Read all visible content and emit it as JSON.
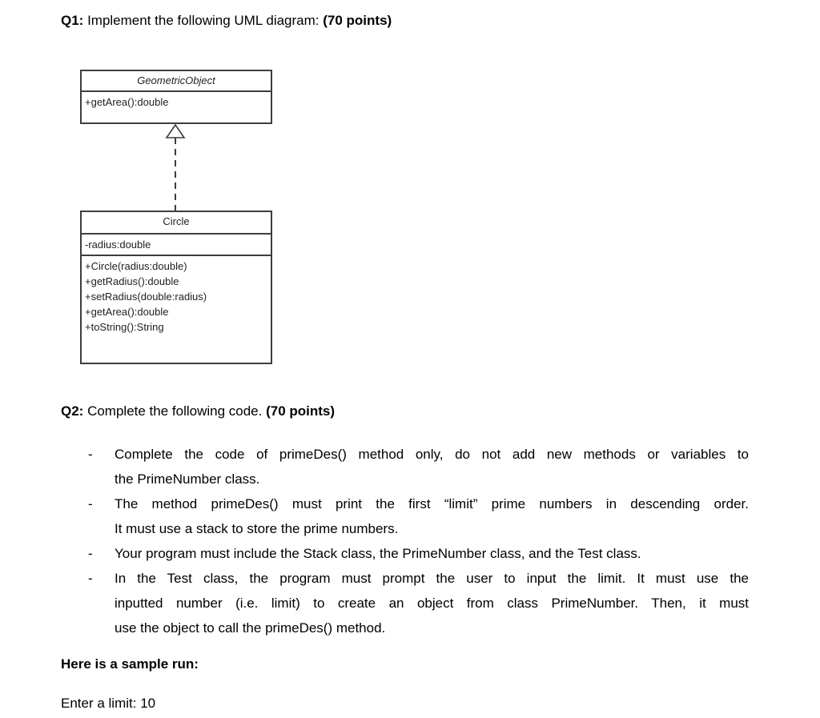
{
  "page": {
    "background_color": "#ffffff",
    "text_color": "#000000",
    "uml_border_color": "#3d3d3d"
  },
  "q1": {
    "label": "Q1:",
    "text": " Implement the following UML diagram: ",
    "points": "(70 points)"
  },
  "uml": {
    "connector": "realization-dashed-line-hollow-triangle",
    "parent": {
      "name": "GeometricObject",
      "name_style": "italic",
      "methods": [
        "+getArea():double"
      ]
    },
    "child": {
      "name": "Circle",
      "attributes": [
        "-radius:double"
      ],
      "methods": [
        "+Circle(radius:double)",
        "+getRadius():double",
        "+setRadius(double:radius)",
        "+getArea():double",
        "+toString():String"
      ]
    }
  },
  "q2": {
    "label": "Q2:",
    "text": " Complete the following code. ",
    "points": "(70 points)",
    "bullet_marker": "-",
    "bullets": [
      {
        "lines": [
          "Complete the code of primeDes() method only, do not add new methods or variables to",
          "the PrimeNumber class."
        ]
      },
      {
        "lines": [
          "The method primeDes() must print the first “limit” prime numbers in descending order.",
          "It must use a stack to store the prime numbers."
        ]
      },
      {
        "lines": [
          "Your program must include the Stack class, the PrimeNumber class, and the Test class."
        ]
      },
      {
        "lines": [
          "In the Test class, the program must prompt the user to input the limit. It must use the",
          "inputted number (i.e. limit) to create an object from class PrimeNumber. Then, it must",
          "use the object to call the primeDes() method."
        ]
      }
    ]
  },
  "sample": {
    "heading": "Here is a sample run:",
    "output_line": "Enter a limit: 10"
  }
}
